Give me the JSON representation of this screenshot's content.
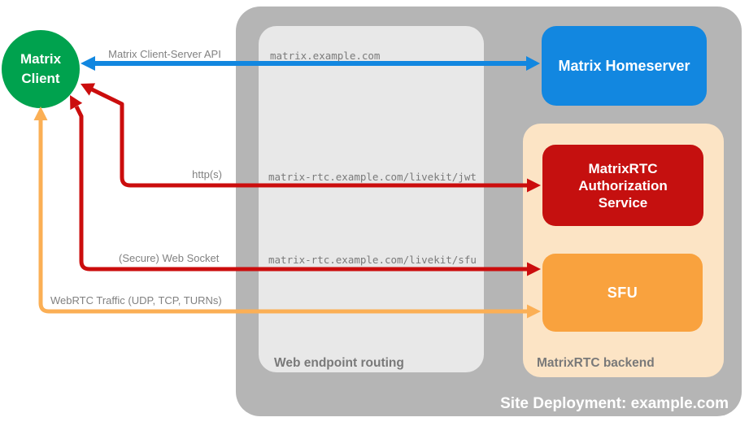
{
  "colors": {
    "client_green": "#00a24e",
    "homeserver_blue": "#1287e0",
    "auth_red": "#c5100f",
    "sfu_orange": "#f9a23e",
    "webrtc_arrow_orange": "#fbaf55",
    "backend_peach": "#fce4c5",
    "deployment_gray": "#b5b5b5",
    "routing_gray": "#e8e8e8",
    "label_gray": "#818181"
  },
  "nodes": {
    "client": "Matrix Client",
    "homeserver": "Matrix Homeserver",
    "auth_service": "MatrixRTC Authorization Service",
    "sfu": "SFU"
  },
  "containers": {
    "deployment": "Site Deployment: example.com",
    "routing": "Web endpoint routing",
    "backend": "MatrixRTC backend"
  },
  "endpoints": {
    "homeserver": "matrix.example.com",
    "jwt": "matrix-rtc.example.com/livekit/jwt",
    "sfu": "matrix-rtc.example.com/livekit/sfu"
  },
  "connections": {
    "client_server_api": "Matrix Client-Server API",
    "http": "http(s)",
    "websocket": "(Secure) Web Socket",
    "webrtc": "WebRTC Traffic (UDP, TCP, TURNs)"
  }
}
